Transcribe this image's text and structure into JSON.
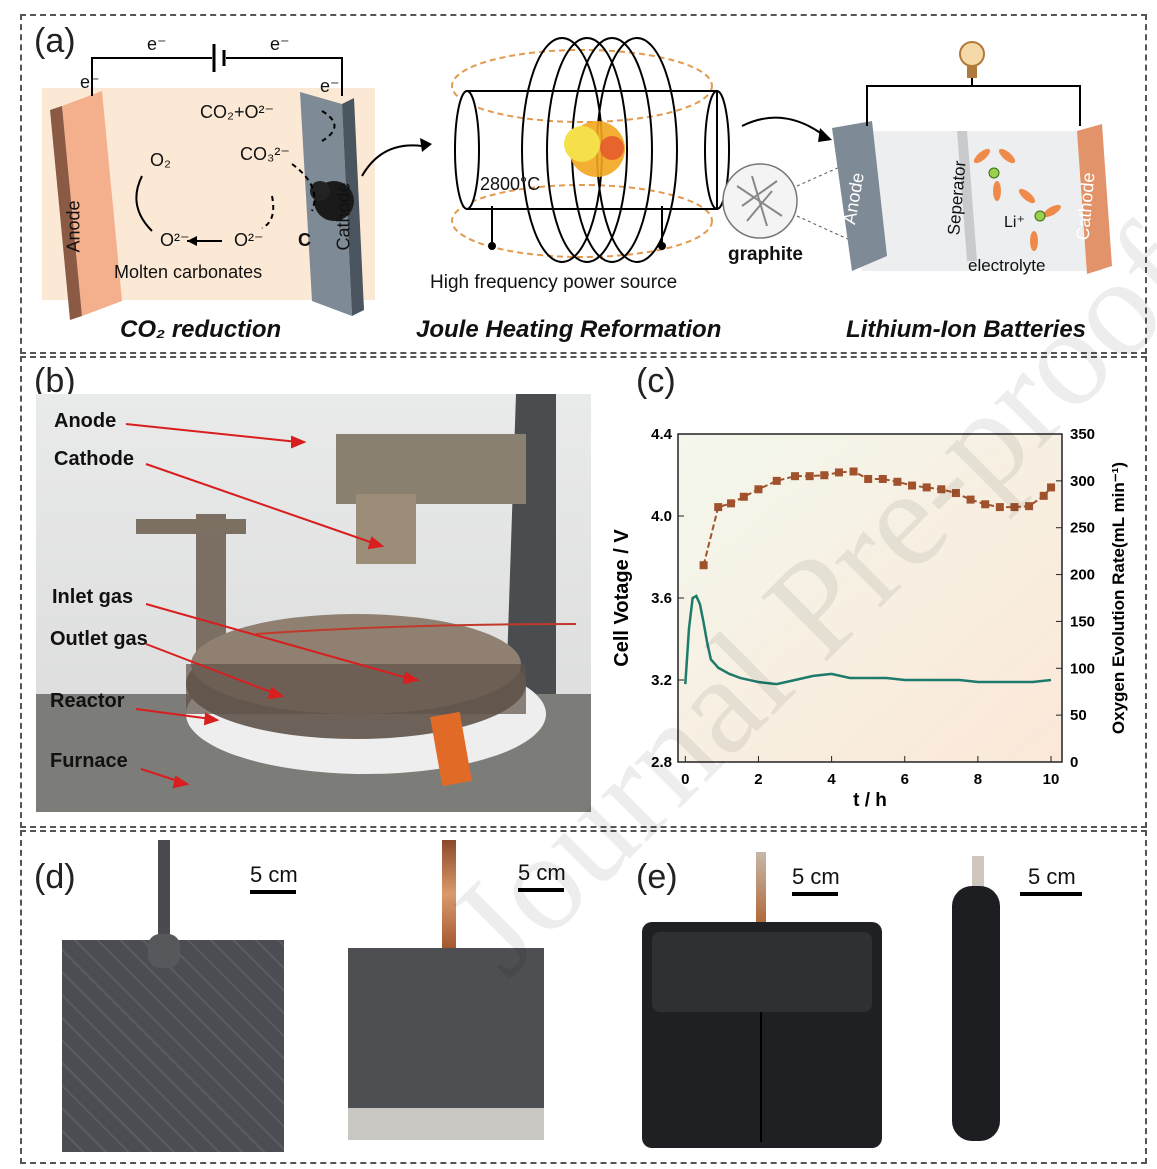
{
  "panels": {
    "a": {
      "label": "(a)",
      "captions": [
        "CO₂ reduction",
        "Joule Heating Reformation",
        "Lithium-Ion Batteries"
      ],
      "electrolysis": {
        "electron": "e⁻",
        "anode": "Anode",
        "cathode": "Cathode",
        "reaction": "CO₂+O²⁻",
        "carbonate": "CO₃²⁻",
        "o2": "O₂",
        "oxide1": "O²⁻",
        "oxide2": "O²⁻",
        "carbon": "C",
        "medium": "Molten carbonates"
      },
      "joule": {
        "temperature": "2800°C",
        "source": "High frequency power source"
      },
      "battery": {
        "graphite": "graphite",
        "anode": "Anode",
        "separator": "Seperator",
        "cathode": "Cathode",
        "liion": "Li⁺",
        "electrolyte": "electrolyte"
      }
    },
    "b": {
      "label": "(b)",
      "annotations": [
        "Anode",
        "Cathode",
        "Inlet gas",
        "Outlet gas",
        "Reactor",
        "Furnace"
      ]
    },
    "c": {
      "label": "(c)"
    },
    "d": {
      "label": "(d)",
      "scales": [
        "5 cm",
        "5 cm"
      ]
    },
    "e": {
      "label": "(e)",
      "scales": [
        "5 cm",
        "5 cm"
      ]
    }
  },
  "watermark": "Journal Pre-proof",
  "chart_data": {
    "type": "line",
    "xlabel": "t / h",
    "ylabel": "Cell Votage / V",
    "y2label": "Oxygen Evolution Rate(mL min⁻¹)",
    "xlim": [
      -0.2,
      10.3
    ],
    "ylim": [
      2.8,
      4.4
    ],
    "y2lim": [
      0,
      350
    ],
    "xticks": [
      "0",
      "2",
      "4",
      "6",
      "8",
      "10"
    ],
    "yticks": [
      "2.8",
      "3.2",
      "3.6",
      "4.0",
      "4.4"
    ],
    "y2ticks": [
      "0",
      "50",
      "100",
      "150",
      "200",
      "250",
      "300",
      "350"
    ],
    "colors": {
      "voltage": "#1e7a6a",
      "oxygen": "#a0522d"
    },
    "series": [
      {
        "axis": "left",
        "x": [
          0.0,
          0.1,
          0.2,
          0.3,
          0.4,
          0.5,
          0.6,
          0.7,
          0.8,
          0.9,
          1.0,
          1.2,
          1.5,
          2.0,
          2.5,
          3.0,
          3.5,
          4.0,
          4.5,
          5.0,
          5.5,
          6.0,
          6.5,
          7.0,
          7.5,
          8.0,
          8.5,
          9.0,
          9.5,
          10.0
        ],
        "values": [
          3.18,
          3.45,
          3.6,
          3.61,
          3.57,
          3.48,
          3.38,
          3.3,
          3.28,
          3.26,
          3.25,
          3.23,
          3.21,
          3.19,
          3.18,
          3.2,
          3.22,
          3.23,
          3.21,
          3.21,
          3.21,
          3.2,
          3.2,
          3.2,
          3.2,
          3.19,
          3.19,
          3.19,
          3.19,
          3.2
        ]
      },
      {
        "axis": "right",
        "x": [
          0.5,
          0.9,
          1.25,
          1.6,
          2.0,
          2.5,
          3.0,
          3.4,
          3.8,
          4.2,
          4.6,
          5.0,
          5.4,
          5.8,
          6.2,
          6.6,
          7.0,
          7.4,
          7.8,
          8.2,
          8.6,
          9.0,
          9.4,
          9.8,
          10.0
        ],
        "values": [
          210,
          272,
          276,
          283,
          291,
          300,
          305,
          305,
          306,
          309,
          310,
          302,
          302,
          299,
          295,
          293,
          291,
          287,
          280,
          275,
          272,
          272,
          273,
          284,
          293
        ]
      }
    ]
  }
}
